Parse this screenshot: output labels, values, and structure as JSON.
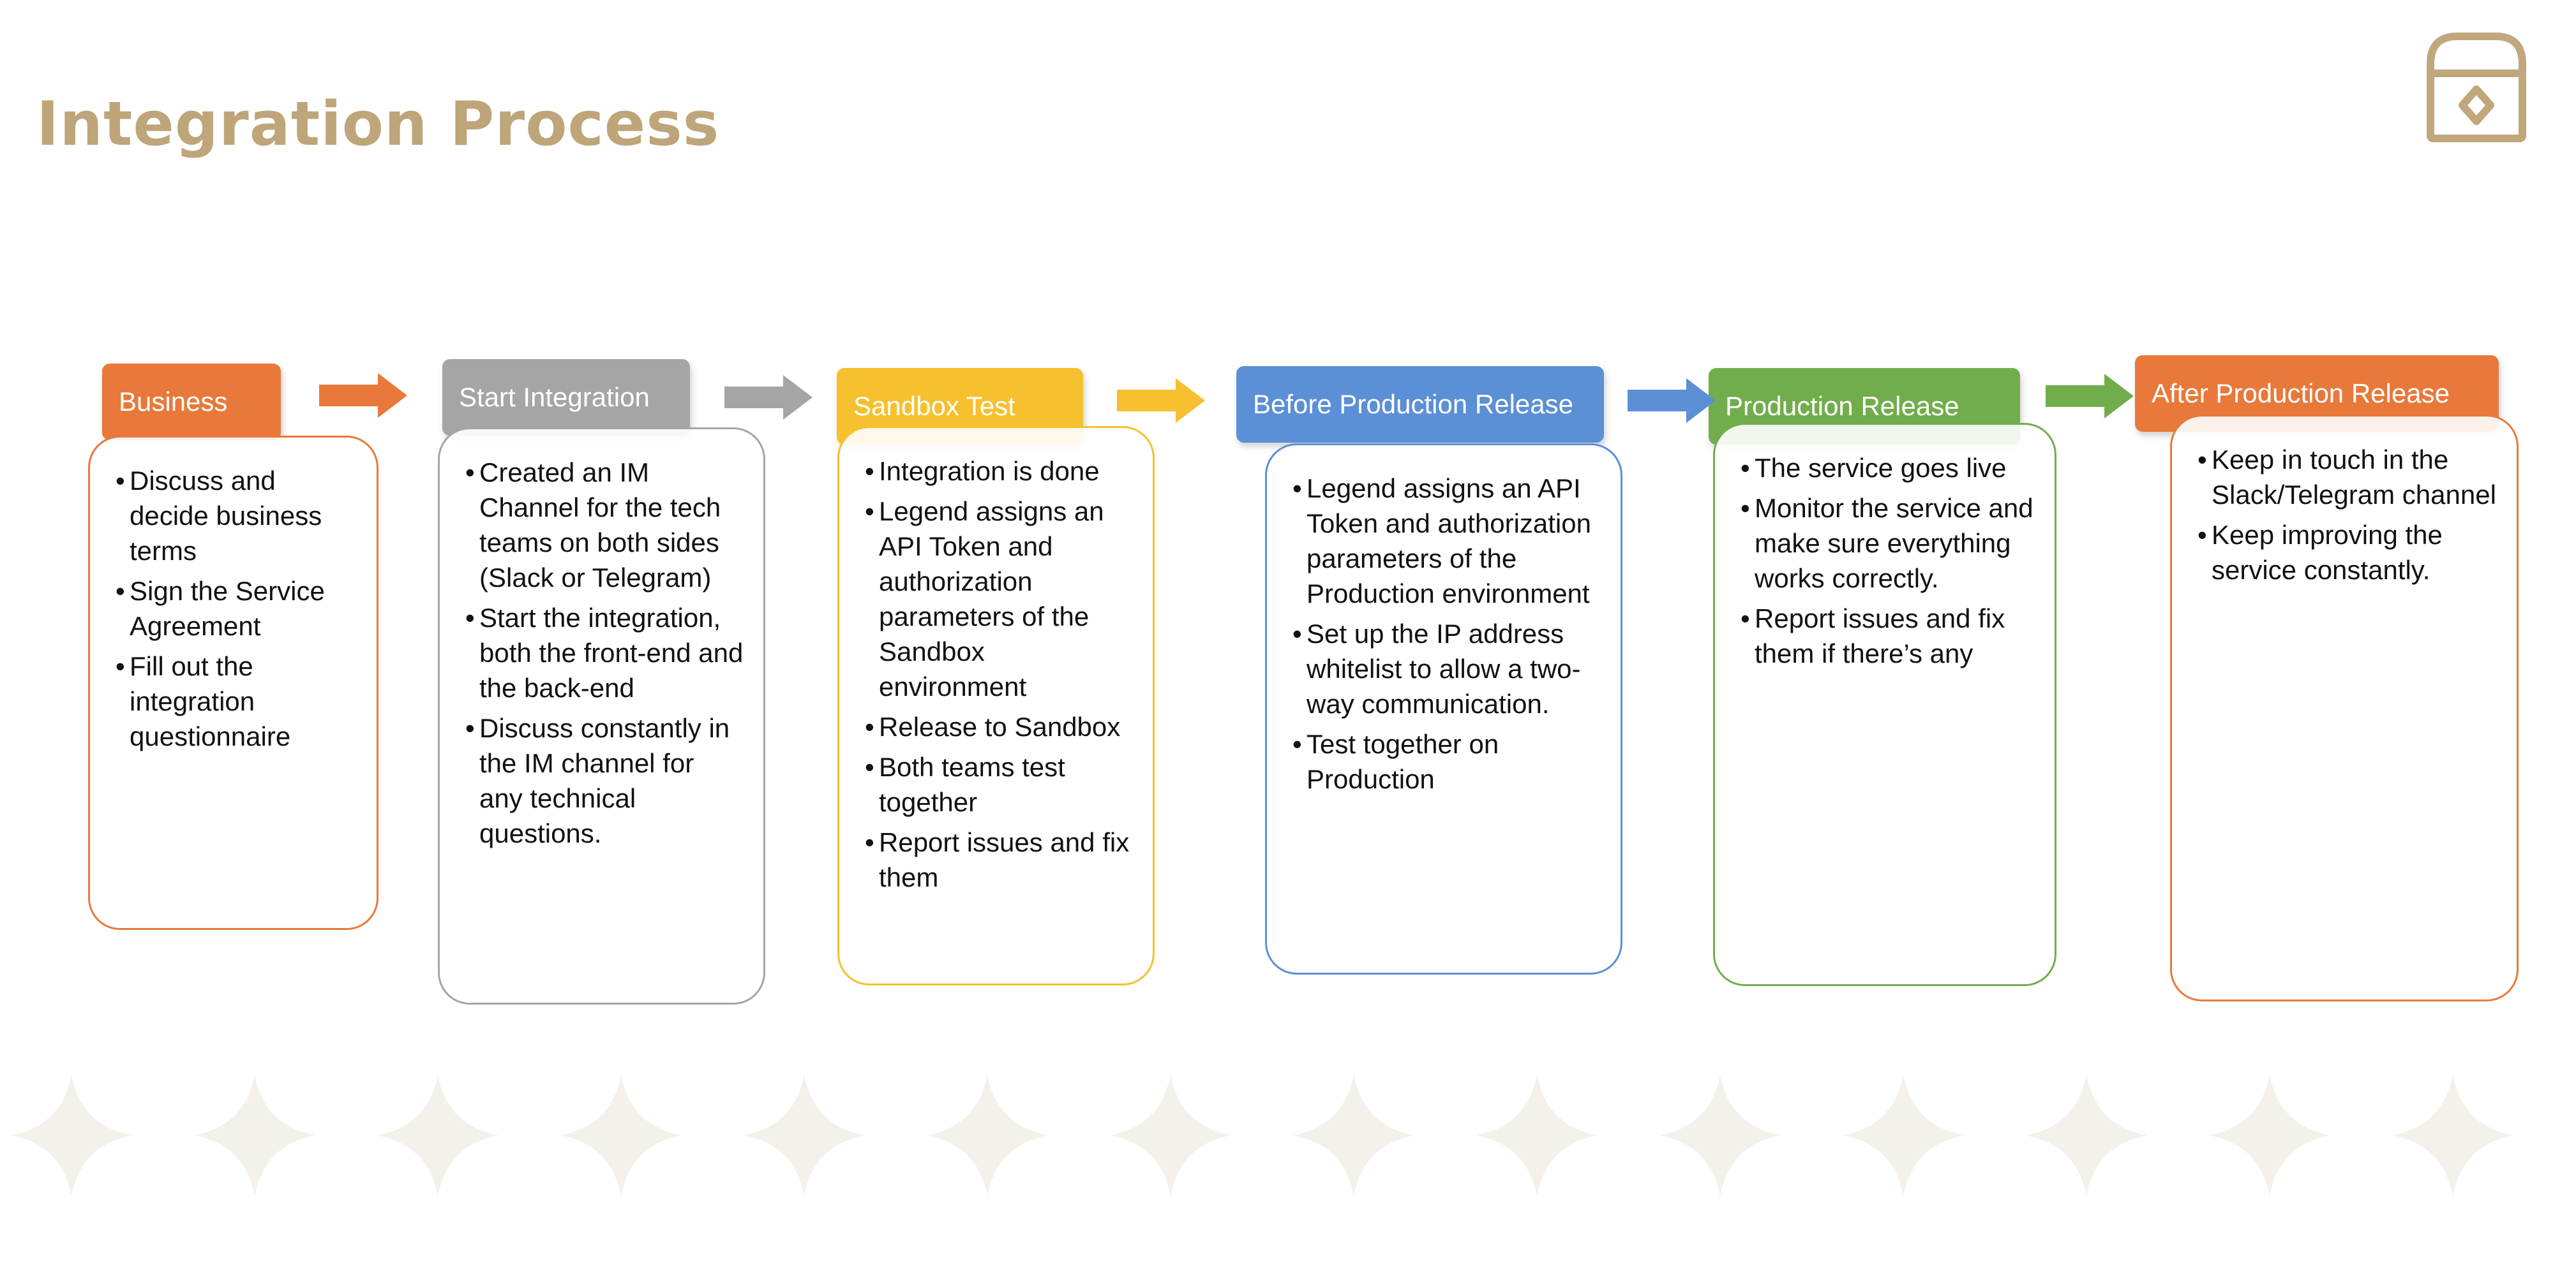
{
  "title": "Integration Process",
  "icons": {
    "logo": "treasure-chest-icon",
    "arrow": "right-arrow-icon"
  },
  "stages": [
    {
      "name": "Business",
      "color": "#e8793a",
      "bullets": [
        "Discuss and decide business terms",
        "Sign the Service Agreement",
        "Fill out the integration questionnaire"
      ]
    },
    {
      "name": "Start Integration",
      "color": "#a5a5a5",
      "bullets": [
        "Created an IM Channel for the tech teams on both sides (Slack or Telegram)",
        "Start the integration, both the front-end and the back-end",
        "Discuss constantly in the IM channel for any technical questions."
      ]
    },
    {
      "name": "Sandbox Test",
      "color": "#f6c02e",
      "bullets": [
        "Integration is done",
        "Legend assigns an API Token and authorization parameters of the Sandbox environment",
        "Release to Sandbox",
        "Both teams test together",
        "Report issues and fix them"
      ]
    },
    {
      "name": "Before Production Release",
      "color": "#5b8fd6",
      "bullets": [
        "Legend assigns an API Token and authorization parameters of the Production environment",
        "Set up the IP address whitelist to allow a two-way communication.",
        "Test together on Production"
      ]
    },
    {
      "name": "Production Release",
      "color": "#72ad4c",
      "bullets": [
        "The service goes live",
        "Monitor the service and make sure everything works correctly.",
        "Report issues and fix them if there’s any"
      ]
    },
    {
      "name": "After Production Release",
      "color": "#e8793a",
      "bullets": [
        "Keep in touch in the Slack/Telegram channel",
        "Keep improving the service constantly."
      ]
    }
  ]
}
